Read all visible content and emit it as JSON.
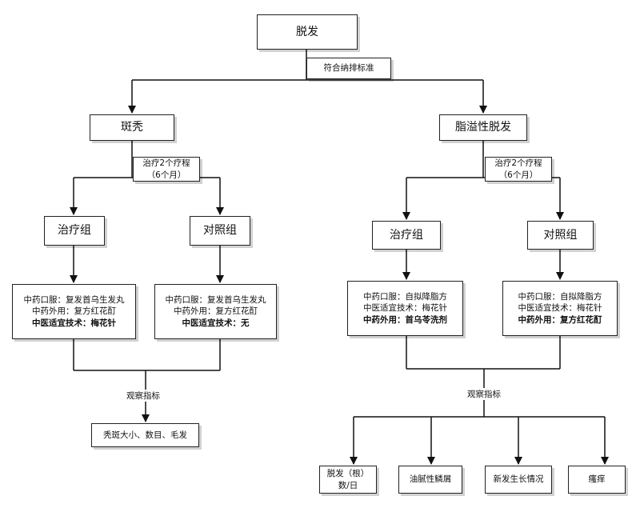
{
  "root": "脱发",
  "criteria": "符合纳排标准",
  "branches": [
    {
      "title": "斑秃",
      "course_line1": "治疗2个疗程",
      "course_line2": "（6个月）",
      "treatment": {
        "title": "治疗组",
        "lines": [
          "中药口服：复发首乌生发丸",
          "中药外用：复方红花酊",
          "中医适宜技术：梅花针"
        ]
      },
      "control": {
        "title": "对照组",
        "lines": [
          "中药口服：复发首乌生发丸",
          "中药外用：复方红花酊",
          "中医适宜技术：无"
        ]
      },
      "observe_label": "观察指标",
      "indicators": [
        "秃斑大小、数目、毛发"
      ]
    },
    {
      "title": "脂溢性脱发",
      "course_line1": "治疗2个疗程",
      "course_line2": "（6个月）",
      "treatment": {
        "title": "治疗组",
        "lines": [
          "中药口服：自拟降脂方",
          "中医适宜技术：梅花针",
          "中药外用：首乌苓洗剂"
        ]
      },
      "control": {
        "title": "对照组",
        "lines": [
          "中药口服：自拟降脂方",
          "中医适宜技术：梅花针",
          "中药外用：复方红花酊"
        ]
      },
      "observe_label": "观察指标",
      "indicators": [
        "脱发（根）数/日",
        "油腻性鳞屑",
        "新发生长情况",
        "瘙痒"
      ]
    }
  ]
}
